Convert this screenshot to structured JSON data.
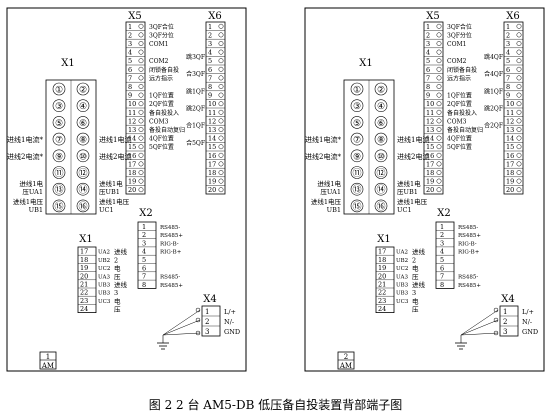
{
  "caption": "图 2   2 台 AM5-DB 低压备自投装置背部端子图",
  "panels": [
    {
      "badge_num": "1",
      "badge_text": "AM",
      "x5": {
        "title": "X5",
        "nums": [
          "1",
          "2",
          "3",
          "4",
          "5",
          "6",
          "7",
          "8",
          "9",
          "10",
          "11",
          "12",
          "13",
          "14",
          "15",
          "16",
          "17",
          "18",
          "19",
          "20"
        ],
        "labels": [
          "3QF合位",
          "3QF分位",
          "COM1",
          "",
          "COM2",
          "闭锁备自投",
          "远方指示",
          "",
          "1QF位置",
          "2QF位置",
          "备自投投入",
          "COM3",
          "备投自动复归",
          "4QF位置",
          "5QF位置",
          "",
          "",
          "",
          "",
          ""
        ]
      },
      "x6": {
        "title": "X6",
        "nums": [
          "1",
          "2",
          "3",
          "4",
          "5",
          "6",
          "7",
          "8",
          "9",
          "10",
          "11",
          "12",
          "13",
          "14",
          "15",
          "16",
          "17",
          "18",
          "19",
          "20"
        ],
        "labels": [
          "",
          "",
          "",
          "跳3QF",
          "",
          "合3QF",
          "",
          "跳1QF",
          "",
          "跳2QF",
          "",
          "合1QF",
          "",
          "合5QF",
          "",
          "",
          "",
          "",
          "",
          ""
        ]
      },
      "x1": {
        "title": "X1",
        "pins": [
          [
            "①",
            "②"
          ],
          [
            "③",
            "④"
          ],
          [
            "⑤",
            "⑥"
          ],
          [
            "⑦",
            "⑧"
          ],
          [
            "⑨",
            "⑩"
          ],
          [
            "⑪",
            "⑫"
          ],
          [
            "⑬",
            "⑭"
          ],
          [
            "⑮",
            "⑯"
          ]
        ],
        "left_labels": [
          "进线1电流",
          "进线2电流",
          "进线1电",
          "压UA1",
          "进线1电压",
          "UB1"
        ],
        "right_labels": [
          "进线1电流",
          "进线2电流",
          "进线1电",
          "压UB1",
          "进线1电压",
          "UC1"
        ]
      },
      "x2": {
        "title": "X2",
        "nums": [
          "1",
          "2",
          "3",
          "4",
          "5",
          "6",
          "7",
          "8"
        ],
        "labels": [
          "RS485-",
          "RS485+",
          "RIG-B-",
          "RIG-B+",
          "",
          "",
          "RS485-",
          "RS485+"
        ]
      },
      "x1b": {
        "title": "X1",
        "nums": [
          "17",
          "18",
          "19",
          "20",
          "21",
          "22",
          "23",
          "24"
        ],
        "pinlabels": [
          "UA2",
          "UB2",
          "UC2",
          "UA3",
          "UB3",
          "UB3",
          "UC3",
          ""
        ],
        "sidelabels": [
          "进线",
          "2",
          "电",
          "压",
          "进线",
          "3",
          "电",
          "压"
        ]
      },
      "x4": {
        "title": "X4",
        "nums": [
          "1",
          "2",
          "3"
        ],
        "labels": [
          "L/+",
          "N/-",
          "GND"
        ]
      }
    },
    {
      "badge_num": "2",
      "badge_text": "AM",
      "x5": {
        "title": "X5",
        "nums": [
          "1",
          "2",
          "3",
          "4",
          "5",
          "6",
          "7",
          "8",
          "9",
          "10",
          "11",
          "12",
          "13",
          "14",
          "15",
          "16",
          "17",
          "18",
          "19",
          "20"
        ],
        "labels": [
          "3QF合位",
          "3QF分位",
          "COM1",
          "",
          "COM2",
          "闭锁备自投",
          "远方指示",
          "",
          "1QF位置",
          "2QF位置",
          "备自投投入",
          "COM3",
          "备投自动复归",
          "4QF位置",
          "5QF位置",
          "",
          "",
          "",
          "",
          ""
        ]
      },
      "x6": {
        "title": "X6",
        "nums": [
          "1",
          "2",
          "3",
          "4",
          "5",
          "6",
          "7",
          "8",
          "9",
          "10",
          "11",
          "12",
          "13",
          "14",
          "15",
          "16",
          "17",
          "18",
          "19",
          "20"
        ],
        "labels": [
          "",
          "",
          "",
          "跳4QF",
          "",
          "合4QF",
          "",
          "跳1QF",
          "",
          "跳2QF",
          "",
          "合2QF",
          "",
          "",
          "",
          "",
          "",
          "",
          "",
          ""
        ]
      },
      "x1": {
        "title": "X1",
        "pins": [
          [
            "①",
            "②"
          ],
          [
            "③",
            "④"
          ],
          [
            "⑤",
            "⑥"
          ],
          [
            "⑦",
            "⑧"
          ],
          [
            "⑨",
            "⑩"
          ],
          [
            "⑪",
            "⑫"
          ],
          [
            "⑬",
            "⑭"
          ],
          [
            "⑮",
            "⑯"
          ]
        ],
        "left_labels": [
          "进线1电流",
          "进线2电流",
          "进线1电",
          "压UA1",
          "进线1电压",
          "UB1"
        ],
        "right_labels": [
          "进线1电流",
          "进线2电流",
          "进线1电",
          "压UB1",
          "进线1电压",
          "UC1"
        ]
      },
      "x2": {
        "title": "X2",
        "nums": [
          "1",
          "2",
          "3",
          "4",
          "5",
          "6",
          "7",
          "8"
        ],
        "labels": [
          "RS485-",
          "RS485+",
          "RIG-B-",
          "RIG-B+",
          "",
          "",
          "RS485-",
          "RS485+"
        ]
      },
      "x1b": {
        "title": "X1",
        "nums": [
          "17",
          "18",
          "19",
          "20",
          "21",
          "22",
          "23",
          "24"
        ],
        "pinlabels": [
          "UA2",
          "UB2",
          "UC2",
          "UA3",
          "UB3",
          "UB3",
          "UC3",
          ""
        ],
        "sidelabels": [
          "进线",
          "2",
          "电",
          "压",
          "进线",
          "3",
          "电",
          "压"
        ]
      },
      "x4": {
        "title": "X4",
        "nums": [
          "1",
          "2",
          "3"
        ],
        "labels": [
          "L/+",
          "N/-",
          "GND"
        ]
      }
    }
  ]
}
